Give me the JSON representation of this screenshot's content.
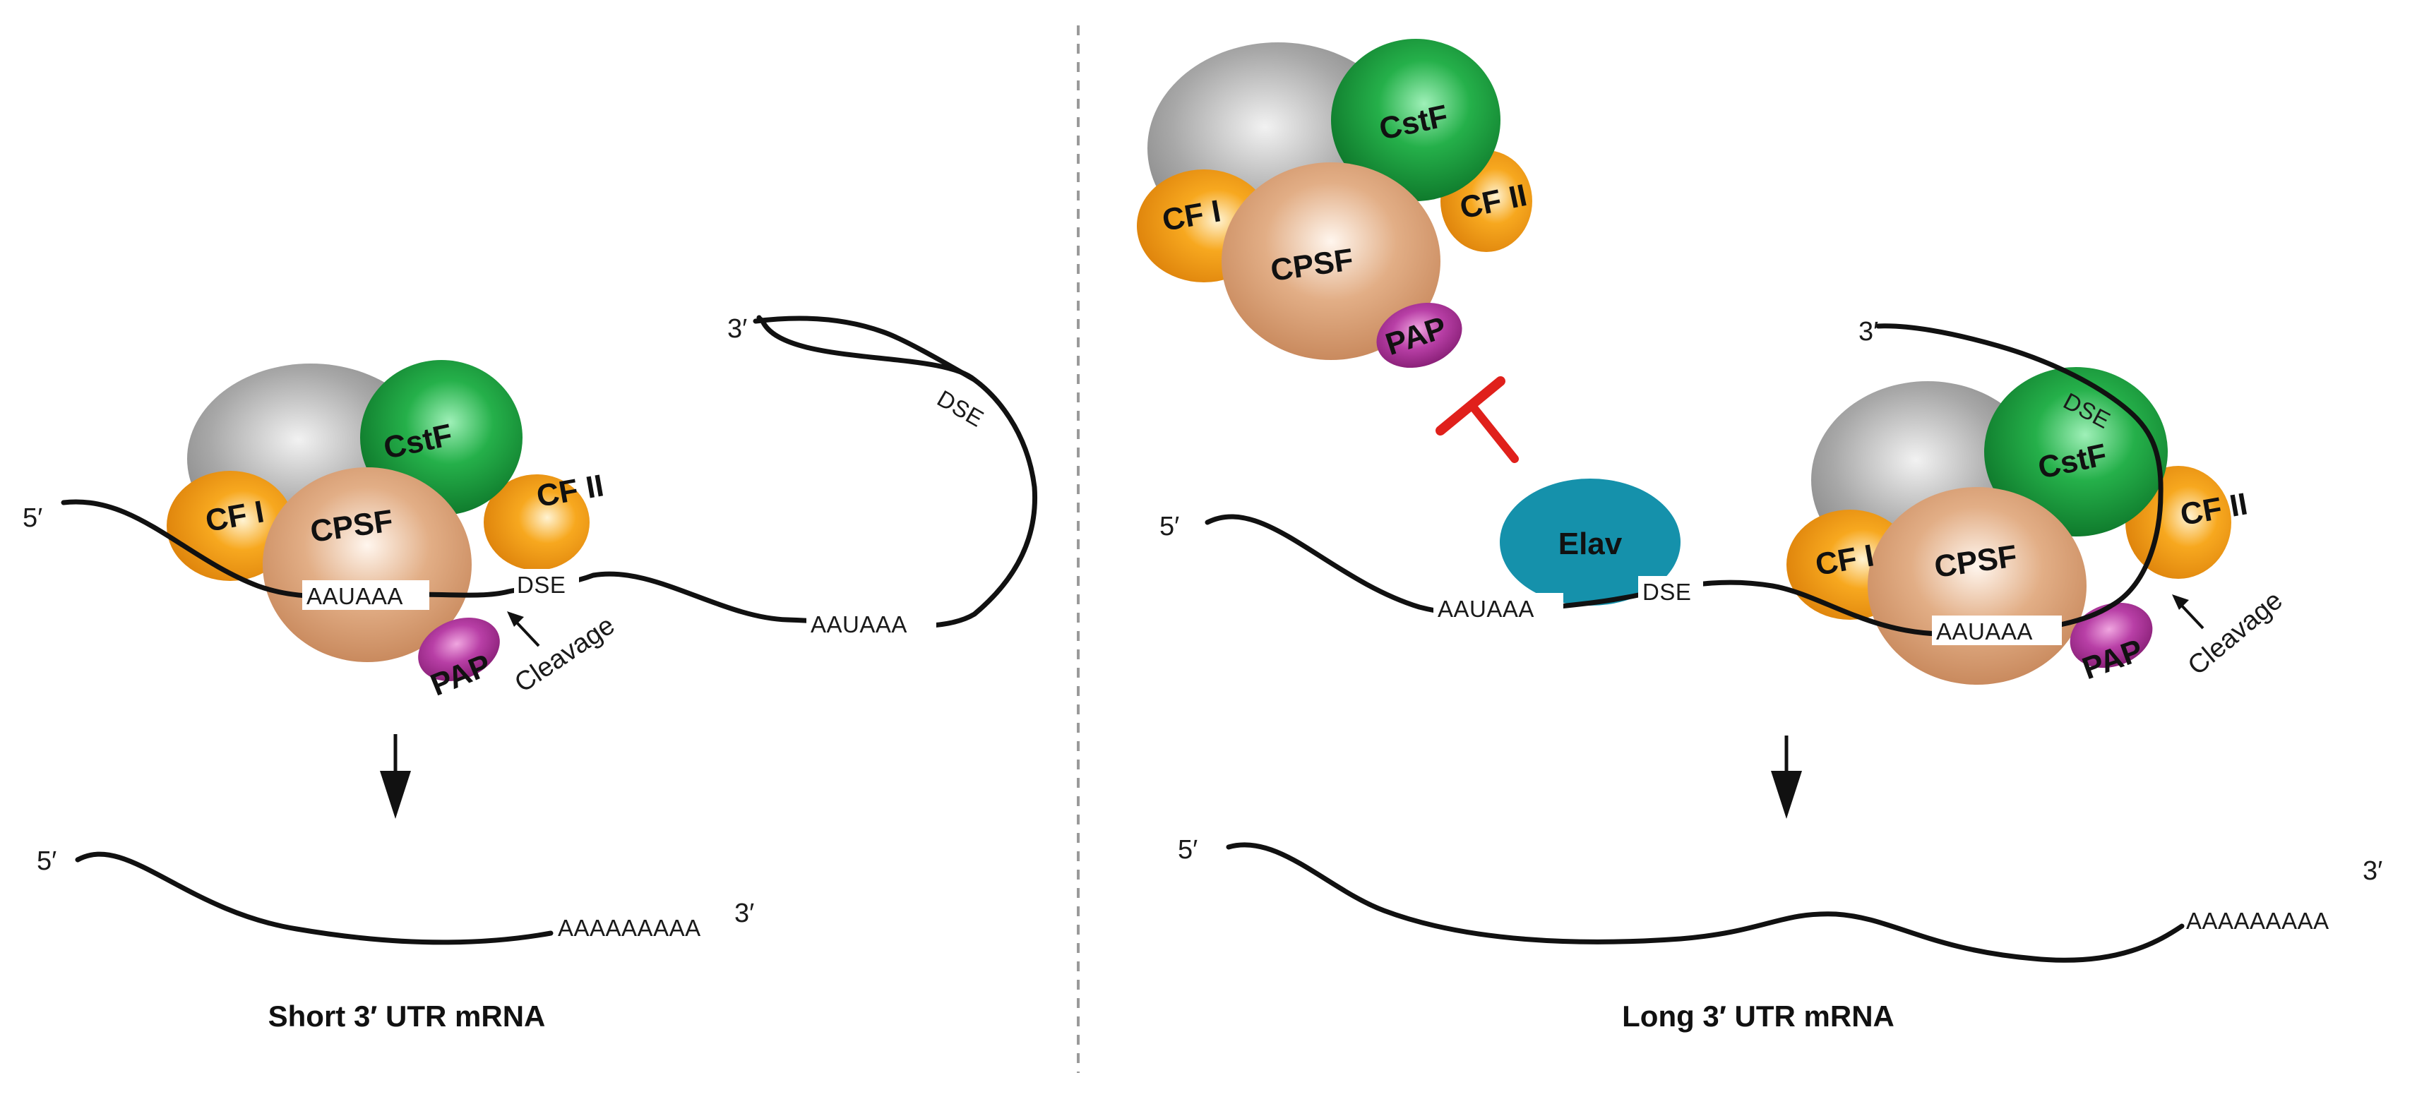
{
  "labels": {
    "five_prime": "5′",
    "three_prime": "3′",
    "aauaaa": "AAUAAA",
    "dse": "DSE",
    "polya": "AAAAAAAAA",
    "cleavage": "Cleavage"
  },
  "proteins": {
    "cstf": "CstF",
    "cpsf": "CPSF",
    "cf1": "CF I",
    "cf2": "CF II",
    "pap": "PAP",
    "elav": "Elav"
  },
  "captions": {
    "short": "Short 3′ UTR mRNA",
    "long": "Long 3′ UTR mRNA"
  },
  "colors": {
    "rna": "#111111",
    "cstf": "#1a9a3a",
    "cpsf": "#d9a074",
    "cf": "#f39a16",
    "pap": "#a8359a",
    "elav": "#1591ab",
    "scaffold": "#8c8c8c",
    "inhibition": "#e0201b",
    "divider": "#9a9a9a"
  }
}
